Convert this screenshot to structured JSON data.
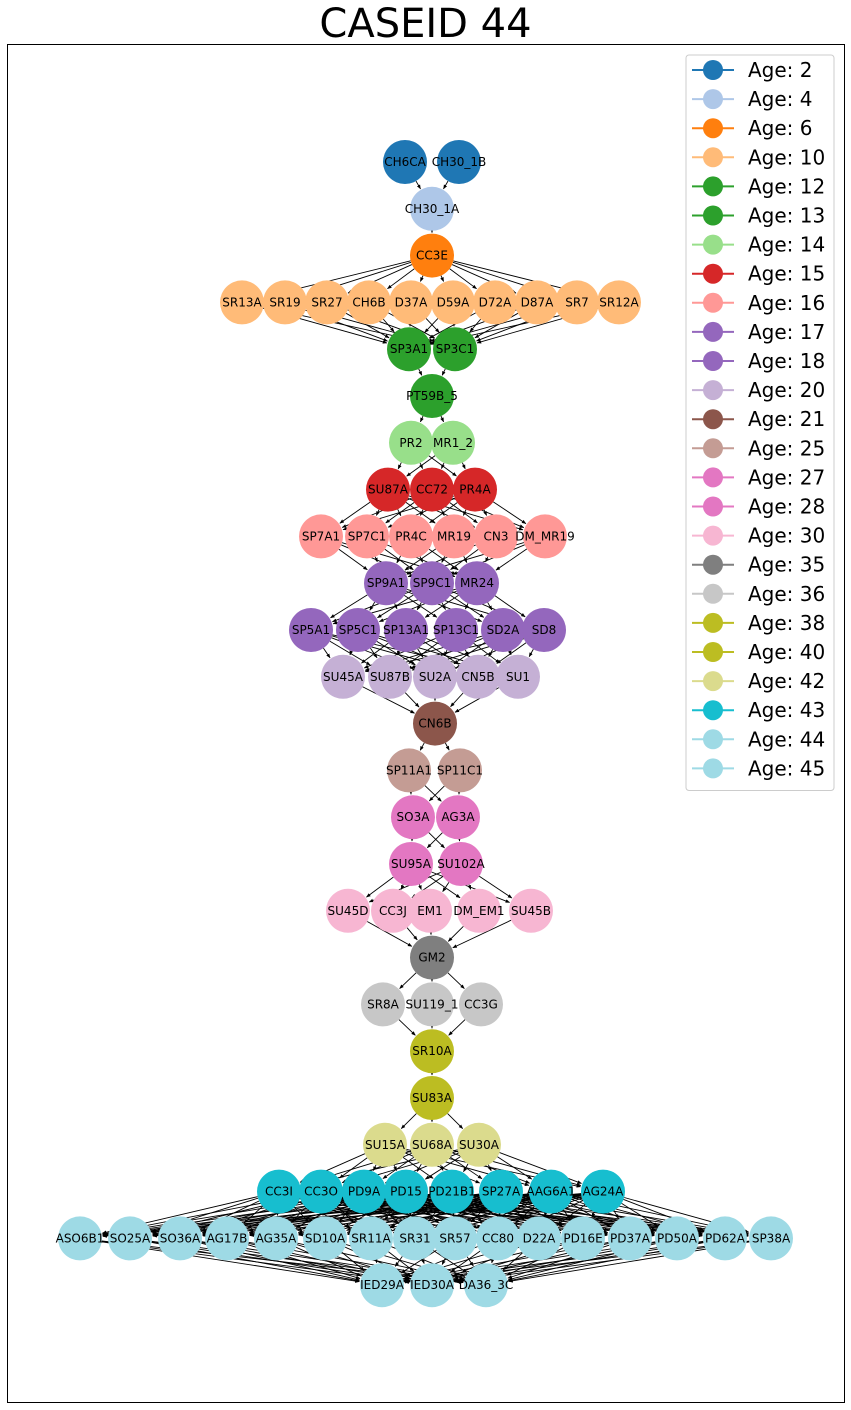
{
  "title": "CASEID 44",
  "colors": {
    "age_2": "#1f77b4",
    "age_4": "#aec7e8",
    "age_6": "#ff7f0e",
    "age_10": "#ffbb78",
    "age_12": "#2ca02c",
    "age_13": "#2ca02c",
    "age_14": "#98df8a",
    "age_15": "#d62728",
    "age_16": "#ff9896",
    "age_17": "#9467bd",
    "age_18": "#9467bd",
    "age_20": "#c5b0d5",
    "age_21": "#8c564b",
    "age_25": "#c49c94",
    "age_27": "#e377c2",
    "age_28": "#e377c2",
    "age_30": "#f7b6d2",
    "age_35": "#7f7f7f",
    "age_36": "#c7c7c7",
    "age_38": "#bcbd22",
    "age_40": "#bcbd22",
    "age_42": "#dbdb8d",
    "age_43": "#17becf",
    "age_44": "#9edae5",
    "age_45": "#9edae5"
  },
  "legend": [
    {
      "label": "Age: 2",
      "age": 2
    },
    {
      "label": "Age: 4",
      "age": 4
    },
    {
      "label": "Age: 6",
      "age": 6
    },
    {
      "label": "Age: 10",
      "age": 10
    },
    {
      "label": "Age: 12",
      "age": 12
    },
    {
      "label": "Age: 13",
      "age": 13
    },
    {
      "label": "Age: 14",
      "age": 14
    },
    {
      "label": "Age: 15",
      "age": 15
    },
    {
      "label": "Age: 16",
      "age": 16
    },
    {
      "label": "Age: 17",
      "age": 17
    },
    {
      "label": "Age: 18",
      "age": 18
    },
    {
      "label": "Age: 20",
      "age": 20
    },
    {
      "label": "Age: 21",
      "age": 21
    },
    {
      "label": "Age: 25",
      "age": 25
    },
    {
      "label": "Age: 27",
      "age": 27
    },
    {
      "label": "Age: 28",
      "age": 28
    },
    {
      "label": "Age: 30",
      "age": 30
    },
    {
      "label": "Age: 35",
      "age": 35
    },
    {
      "label": "Age: 36",
      "age": 36
    },
    {
      "label": "Age: 38",
      "age": 38
    },
    {
      "label": "Age: 40",
      "age": 40
    },
    {
      "label": "Age: 42",
      "age": 42
    },
    {
      "label": "Age: 43",
      "age": 43
    },
    {
      "label": "Age: 44",
      "age": 44
    },
    {
      "label": "Age: 45",
      "age": 45
    }
  ],
  "layers": [
    {
      "age": 2,
      "nodes": [
        "CH6CA",
        "CH30_1B"
      ]
    },
    {
      "age": 4,
      "nodes": [
        "CH30_1A"
      ]
    },
    {
      "age": 6,
      "nodes": [
        "CC3E"
      ]
    },
    {
      "age": 10,
      "nodes": [
        "SR13A",
        "SR19",
        "SR27",
        "CH6B",
        "D37A",
        "D59A",
        "D72A",
        "D87A",
        "SR7",
        "SR12A"
      ]
    },
    {
      "age": 12,
      "nodes": [
        "SP3A1",
        "SP3C1"
      ]
    },
    {
      "age": 13,
      "nodes": [
        "PT59B_5"
      ]
    },
    {
      "age": 14,
      "nodes": [
        "PR2",
        "MR1_2"
      ]
    },
    {
      "age": 15,
      "nodes": [
        "SU87A",
        "CC72",
        "PR4A"
      ]
    },
    {
      "age": 16,
      "nodes": [
        "SP7A1",
        "SP7C1",
        "PR4C",
        "MR19",
        "CN3",
        "DM_MR19"
      ]
    },
    {
      "age": 17,
      "nodes": [
        "SP9A1",
        "SP9C1",
        "MR24"
      ]
    },
    {
      "age": 18,
      "nodes": [
        "SP5A1",
        "SP5C1",
        "SP13A1",
        "SP13C1",
        "SD2A",
        "SD8"
      ]
    },
    {
      "age": 20,
      "nodes": [
        "SU45A",
        "SU87B",
        "SU2A",
        "CN5B",
        "SU1"
      ]
    },
    {
      "age": 21,
      "nodes": [
        "CN6B"
      ]
    },
    {
      "age": 25,
      "nodes": [
        "SP11A1",
        "SP11C1"
      ]
    },
    {
      "age": 27,
      "nodes": [
        "SO3A",
        "AG3A"
      ]
    },
    {
      "age": 28,
      "nodes": [
        "SU95A",
        "SU102A"
      ]
    },
    {
      "age": 30,
      "nodes": [
        "SU45D",
        "CC3J",
        "EM1",
        "DM_EM1",
        "SU45B"
      ]
    },
    {
      "age": 35,
      "nodes": [
        "GM2"
      ]
    },
    {
      "age": 36,
      "nodes": [
        "SR8A",
        "SU119_1",
        "CC3G"
      ]
    },
    {
      "age": 38,
      "nodes": [
        "SR10A"
      ]
    },
    {
      "age": 40,
      "nodes": [
        "SU83A"
      ]
    },
    {
      "age": 42,
      "nodes": [
        "SU15A",
        "SU68A",
        "SU30A"
      ]
    },
    {
      "age": 43,
      "nodes": [
        "CC3I",
        "CC3O",
        "PD9A",
        "PD15",
        "PD21B1",
        "SP27A",
        "AAG6A1",
        "AG24A"
      ]
    },
    {
      "age": 44,
      "nodes": [
        "ASO6B1",
        "SO25A",
        "SO36A",
        "AG17B",
        "AG35A",
        "SD10A",
        "SR11A",
        "SR31",
        "SR57",
        "CC80",
        "D22A",
        "PD16E",
        "PD37A",
        "PD50A",
        "PD62A",
        "SP38A"
      ]
    },
    {
      "age": 45,
      "nodes": [
        "IED29A",
        "IED30A",
        "DA36_3C"
      ]
    }
  ]
}
